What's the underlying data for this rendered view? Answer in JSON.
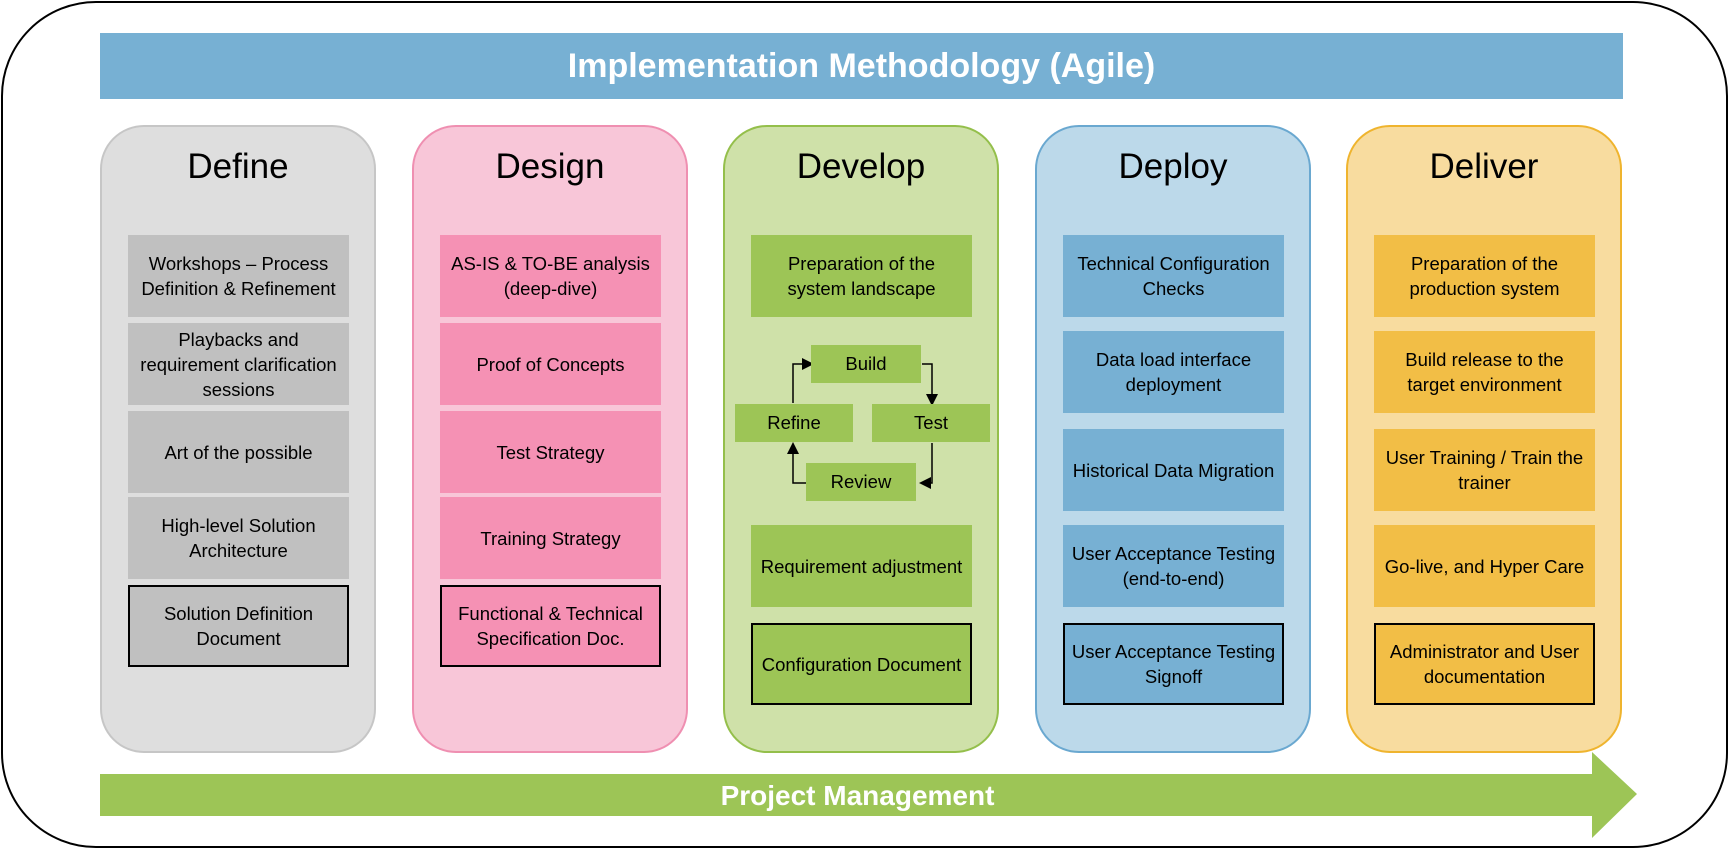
{
  "title": "Implementation Methodology (Agile)",
  "columns": [
    {
      "name": "Define",
      "items": [
        "Workshops – Process Definition & Refinement",
        "Playbacks and requirement clarification sessions",
        "Art of the possible",
        "High-level Solution Architecture"
      ],
      "deliverable": "Solution Definition Document"
    },
    {
      "name": "Design",
      "items": [
        "AS-IS & TO-BE analysis (deep-dive)",
        "Proof of Concepts",
        "Test Strategy",
        "Training Strategy"
      ],
      "deliverable": "Functional & Technical Specification Doc."
    },
    {
      "name": "Develop",
      "items": [
        "Preparation of the system landscape",
        "Requirement adjustment"
      ],
      "cycle": [
        "Build",
        "Test",
        "Review",
        "Refine"
      ],
      "deliverable": "Configuration Document"
    },
    {
      "name": "Deploy",
      "items": [
        "Technical Configuration Checks",
        "Data load interface deployment",
        "Historical Data Migration",
        "User Acceptance Testing (end-to-end)"
      ],
      "deliverable": "User Acceptance Testing Signoff"
    },
    {
      "name": "Deliver",
      "items": [
        "Preparation of the production system",
        "Build release to the target environment",
        "User Training / Train the trainer",
        "Go-live, and Hyper Care"
      ],
      "deliverable": "Administrator and User documentation"
    }
  ],
  "footer": "Project Management",
  "colors": {
    "banner": "#77b0d3",
    "define": "#c0c0c0",
    "design": "#f591b4",
    "develop": "#9dc556",
    "deploy": "#77b0d3",
    "deliver": "#f2be46",
    "arrow": "#9dc556"
  }
}
